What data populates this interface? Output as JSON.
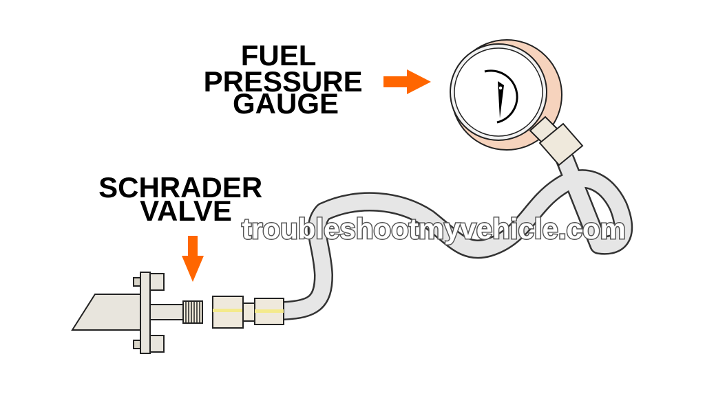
{
  "labels": {
    "gauge": [
      "FUEL",
      "PRESSURE",
      "GAUGE"
    ],
    "valve": [
      "SCHRADER",
      "VALVE"
    ]
  },
  "watermark": "troubleshootmyvehicle.com",
  "colors": {
    "arrow": "#ff6600",
    "hose_fill": "#e6e6e6",
    "hose_outline": "#333333",
    "fitting_fill": "#efe9dc",
    "fitting_stripe": "#f4ea8c",
    "gauge_body": "#f6d3bd",
    "gauge_face": "#f2f2f2",
    "needle": "#000000"
  },
  "icons": {
    "gauge": "pressure-gauge-icon",
    "valve": "schrader-valve-icon",
    "arrows": "arrow-right-icon, arrow-down-icon"
  }
}
